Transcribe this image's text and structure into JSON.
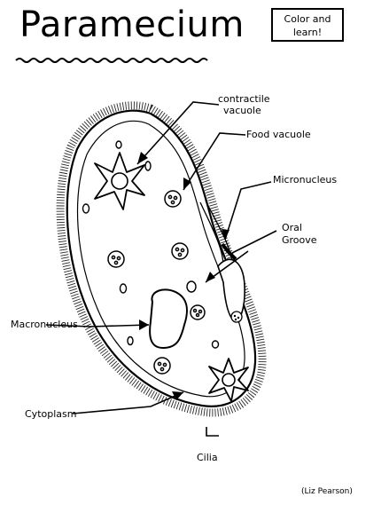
{
  "title": "Paramecium",
  "badge": {
    "line1": "Color and",
    "line2": "learn!"
  },
  "labels": {
    "contractile_vacuole_line1": "contractile",
    "contractile_vacuole_line2": "vacuole",
    "food_vacuole": "Food vacuole",
    "micronucleus": "Micronucleus",
    "oral_groove_line1": "Oral",
    "oral_groove_line2": "Groove",
    "macronucleus": "Macronucleus",
    "cytoplasm": "Cytoplasm",
    "cilia": "Cilia"
  },
  "credit": "(Liz Pearson)"
}
